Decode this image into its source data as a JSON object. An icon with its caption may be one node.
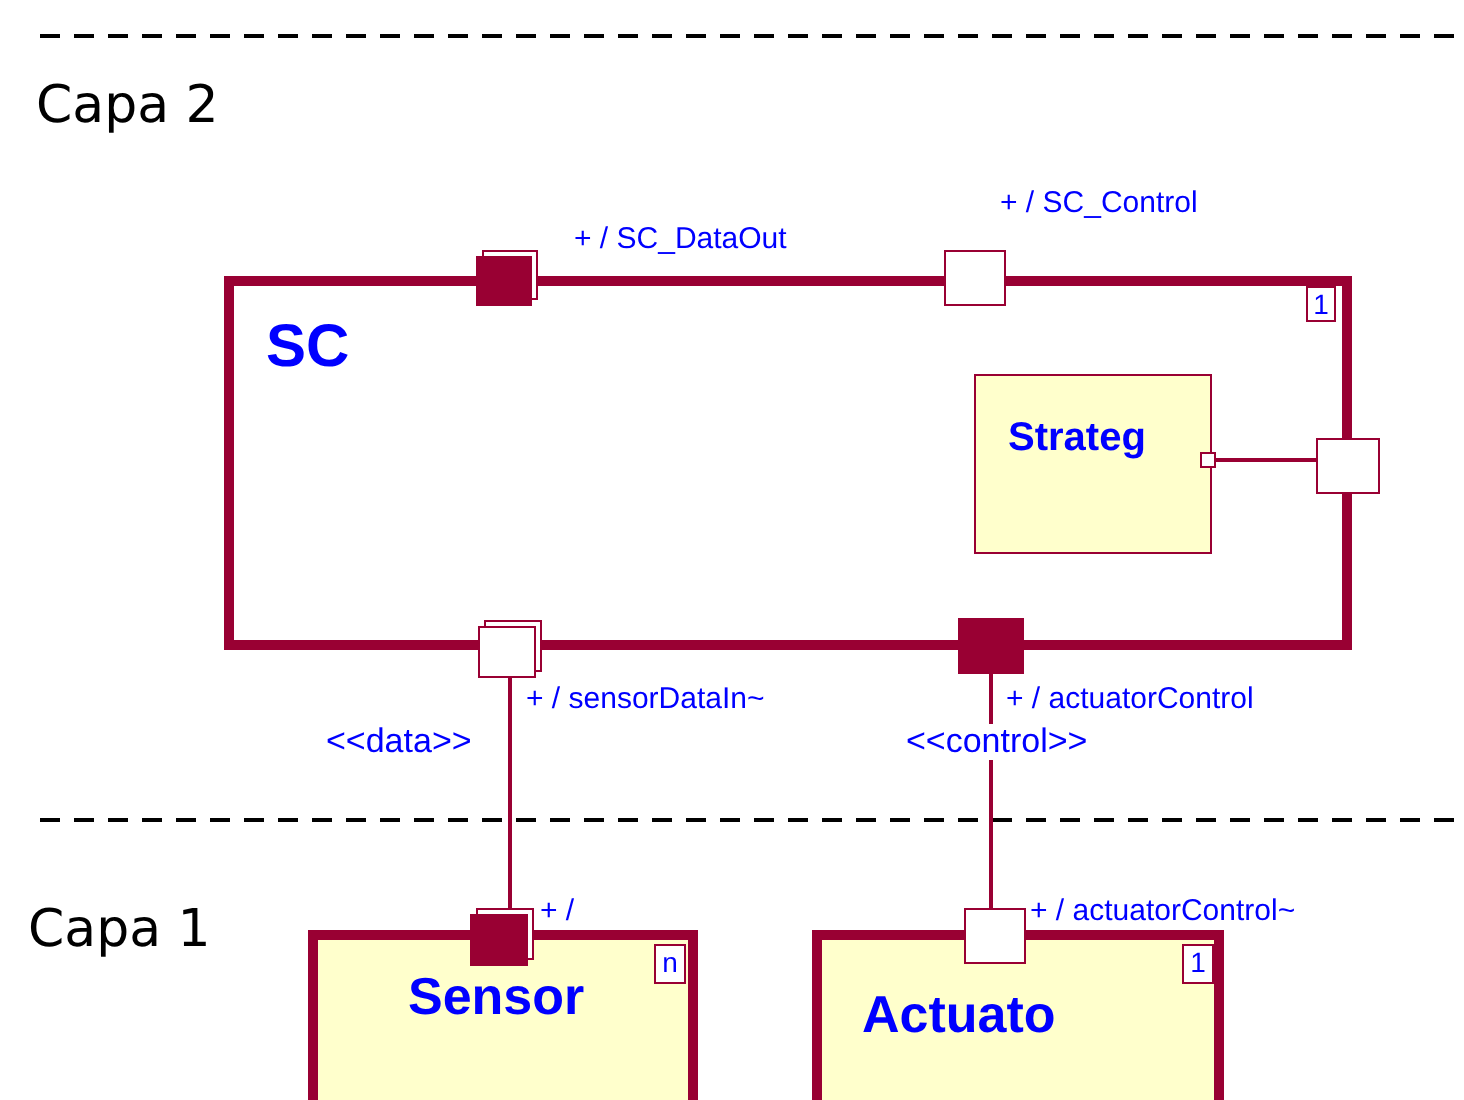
{
  "diagram": {
    "nodes": [
      {
        "text": [
          "SC"
        ]
      },
      {
        "text": [],
        "shape": "box",
        "beside": [
          "+ / SC_DataOut"
        ]
      },
      {
        "text": [],
        "shape": "box",
        "beside": [
          "+ / SC_Control"
        ]
      },
      {
        "text": [
          "1"
        ],
        "in": 0
      },
      {
        "text": [
          "Strateg"
        ],
        "in": 0
      },
      {
        "text": [],
        "shape": "box",
        "in": 0
      },
      {
        "text": [],
        "shape": "box"
      },
      {
        "text": [],
        "shape": "box",
        "beside": [
          "+ / sensorDataIn~"
        ]
      },
      {
        "text": [],
        "shape": "box",
        "beside": [
          "+ / actuatorControl"
        ]
      },
      {
        "text": [
          "Sensor"
        ]
      },
      {
        "text": [
          "n"
        ],
        "in": 9
      },
      {
        "text": [],
        "shape": "box",
        "beside": [
          "+ /"
        ]
      },
      {
        "text": [
          "Actuato"
        ]
      },
      {
        "text": [
          "1"
        ],
        "in": 12
      },
      {
        "text": [],
        "shape": "box",
        "beside": [
          "+ / actuatorControl~"
        ]
      }
    ],
    "edges": [
      {
        "from": 5,
        "to": 6,
        "arrow": "none"
      },
      {
        "from": 7,
        "to": 11,
        "arrow": "none",
        "label": "<<data>>"
      },
      {
        "from": 8,
        "to": 14,
        "arrow": "none",
        "label": "<<control>>"
      }
    ],
    "labels": [
      "Capa 2",
      "Capa 1"
    ]
  }
}
